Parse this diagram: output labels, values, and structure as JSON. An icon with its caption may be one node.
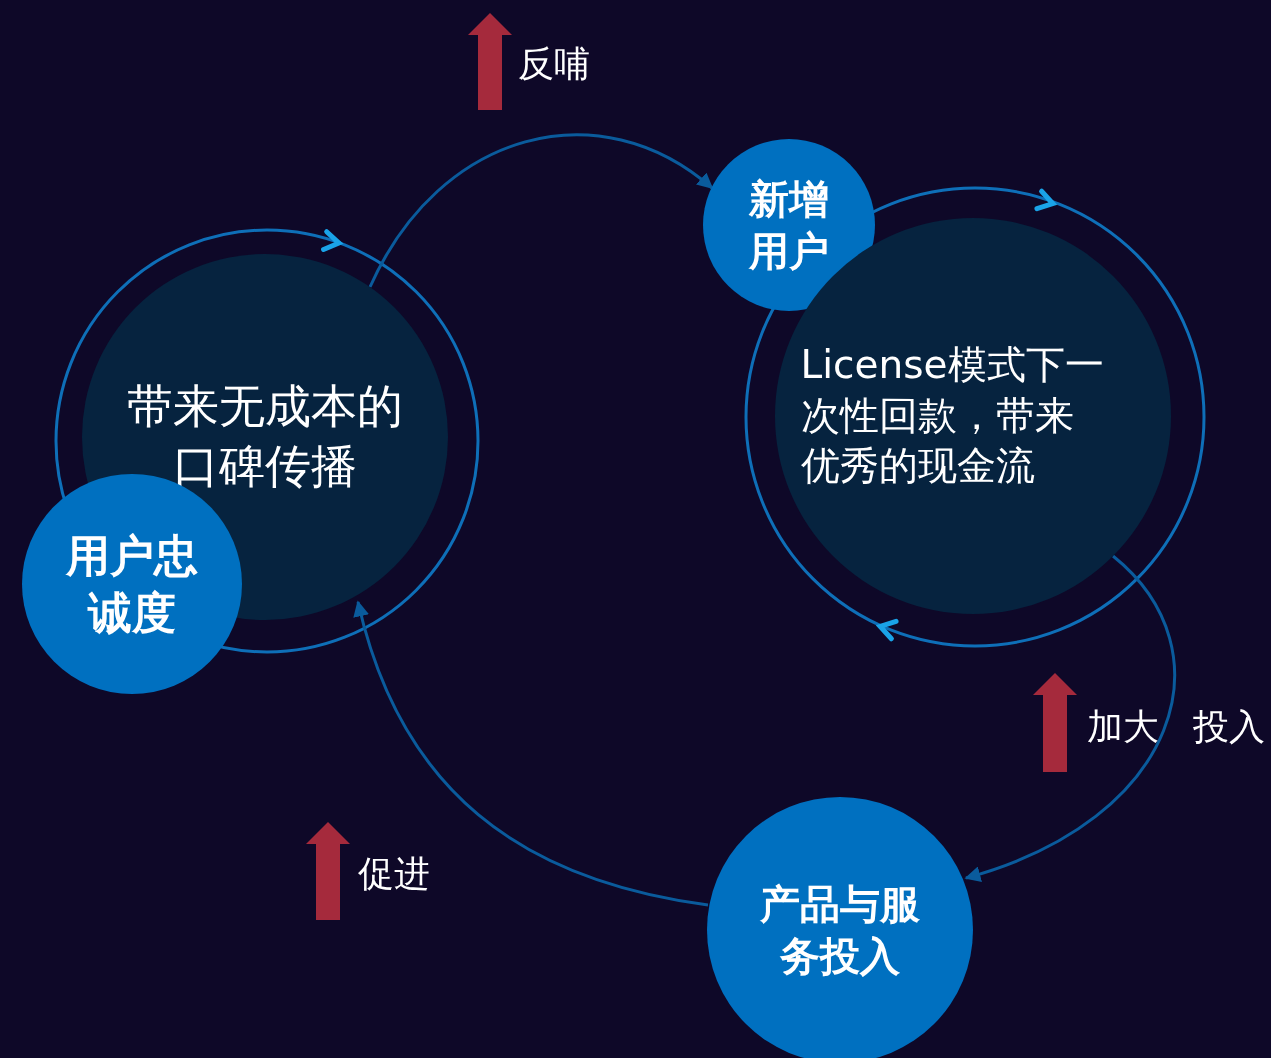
{
  "diagram": {
    "nodes": [
      {
        "text": [
          "带来无成本的口碑传播"
        ]
      },
      {
        "text": [
          "用户忠诚度"
        ]
      },
      {
        "text": [
          "新增用户"
        ]
      },
      {
        "text": [
          "License模式下一次性回款，带来优秀的现金流"
        ]
      },
      {
        "text": [
          "产品与服务投入"
        ]
      }
    ],
    "edges": [
      {
        "from": 0,
        "to": 2,
        "arrow": "to"
      },
      {
        "from": 3,
        "to": 4,
        "arrow": "to"
      },
      {
        "from": 4,
        "to": 0,
        "arrow": "to"
      }
    ],
    "labels": [
      "反哺",
      "加大",
      "投入",
      "促进"
    ]
  }
}
